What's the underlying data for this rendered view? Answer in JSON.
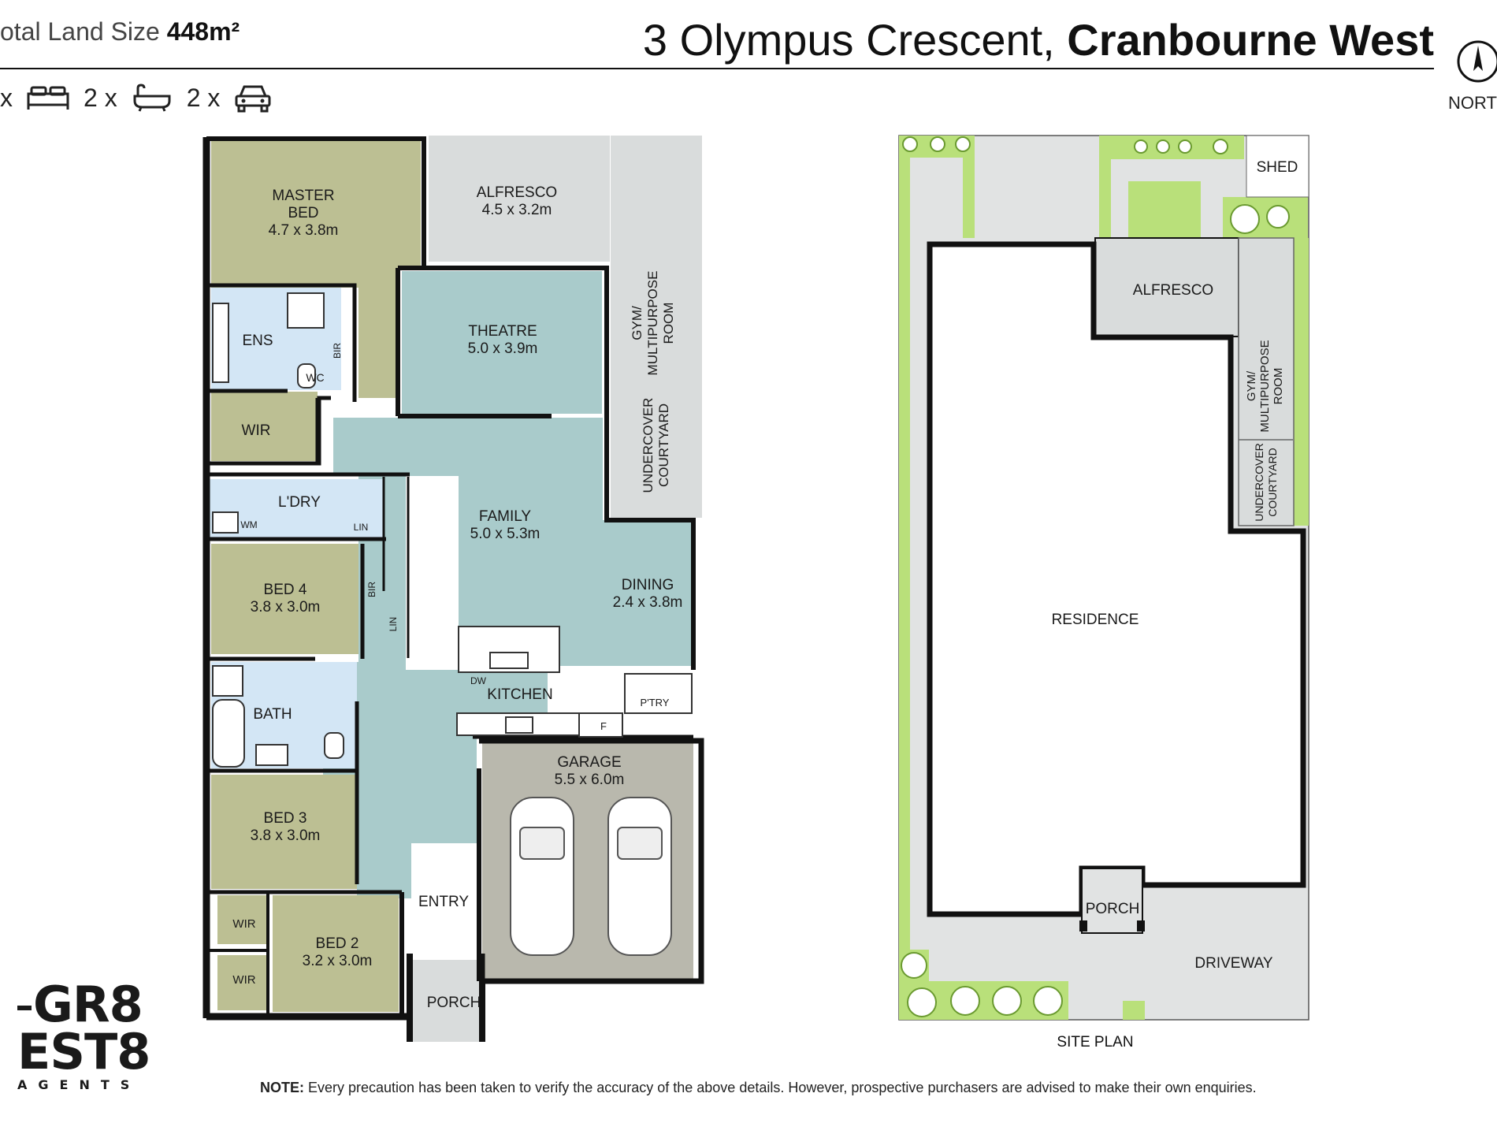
{
  "header": {
    "land_label": "otal Land Size",
    "land_value": "448m²",
    "address_street": "3 Olympus Crescent, ",
    "address_suburb": "Cranbourne West"
  },
  "counts": [
    {
      "value": "x",
      "icon": "bed-icon"
    },
    {
      "value": "2 x",
      "icon": "bath-icon"
    },
    {
      "value": "2 x",
      "icon": "car-icon"
    }
  ],
  "compass": {
    "label": "NORT"
  },
  "floor_plan": {
    "rooms": {
      "master_bed": {
        "name1": "MASTER",
        "name2": "BED",
        "size": "4.7 x 3.8m"
      },
      "alfresco": {
        "name": "ALFRESCO",
        "size": "4.5 x 3.2m"
      },
      "gym": {
        "line1": "GYM/",
        "line2": "MULTIPURPOSE",
        "line3": "ROOM"
      },
      "courtyard": {
        "line1": "UNDERCOVER",
        "line2": "COURTYARD"
      },
      "theatre": {
        "name": "THEATRE",
        "size": "5.0 x 3.9m"
      },
      "ens": "ENS",
      "bir1": "BIR",
      "wc": "WC",
      "wir1": "WIR",
      "ldry": "L'DRY",
      "wm": "WM",
      "lin1": "LIN",
      "family": {
        "name": "FAMILY",
        "size": "5.0 x 5.3m"
      },
      "dining": {
        "name": "DINING",
        "size": "2.4 x 3.8m"
      },
      "bed4": {
        "name": "BED 4",
        "size": "3.8 x 3.0m"
      },
      "bir2": "BIR",
      "lin2": "LIN",
      "kitchen": "KITCHEN",
      "dw": "DW",
      "ptry": "P'TRY",
      "fridge": "F",
      "bath": "BATH",
      "garage": {
        "name": "GARAGE",
        "size": "5.5 x 6.0m"
      },
      "bed3": {
        "name": "BED 3",
        "size": "3.8 x 3.0m"
      },
      "entry": "ENTRY",
      "wir2": "WIR",
      "wir3": "WIR",
      "bed2": {
        "name": "BED 2",
        "size": "3.2 x 3.0m"
      },
      "porch": "PORCH"
    }
  },
  "site_plan": {
    "caption": "SITE PLAN",
    "labels": {
      "shed": "SHED",
      "alfresco": "ALFRESCO",
      "gym1": "GYM/",
      "gym2": "MULTIPURPOSE",
      "gym3": "ROOM",
      "court1": "UNDERCOVER",
      "court2": "COURTYARD",
      "residence": "RESIDENCE",
      "porch": "PORCH",
      "driveway": "DRIVEWAY"
    }
  },
  "logo": {
    "line1": "GR8",
    "line2": "EST8",
    "line3": "AGENTS"
  },
  "note": {
    "label": "NOTE:",
    "text": " Every precaution has been taken to verify the accuracy of the above details. However, prospective purchasers are advised to make their own enquiries."
  },
  "colors": {
    "bedroom": "#bcbf93",
    "living": "#a9cbcb",
    "wet": "#d3e6f5",
    "outdoor": "#d9dcdc",
    "garage": "#b9b8ad",
    "wall": "#111111",
    "lawn": "#b9e07a"
  }
}
